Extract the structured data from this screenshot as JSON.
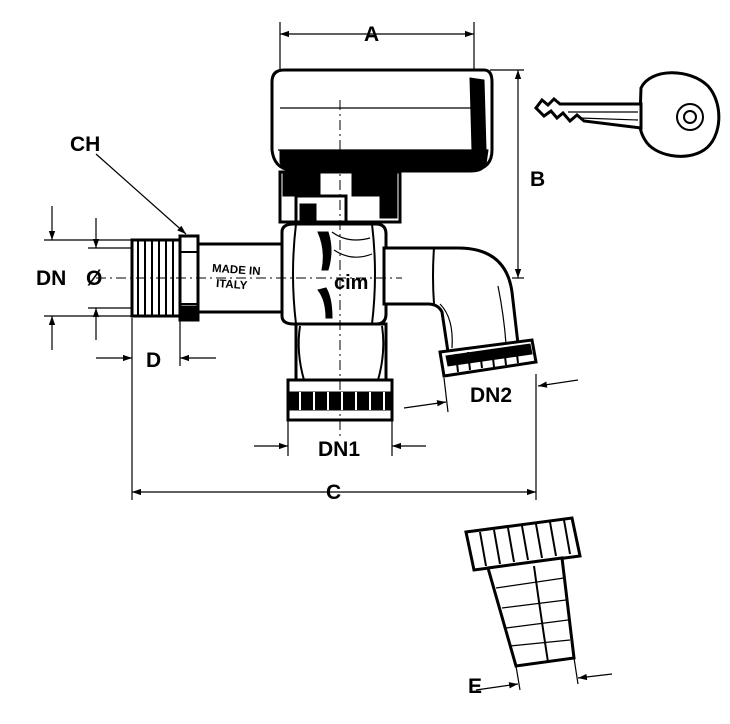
{
  "labels": {
    "a": "A",
    "b": "B",
    "c": "C",
    "d": "D",
    "e": "E",
    "ch": "CH",
    "dn": "DN",
    "dia": "Ø",
    "dn1": "DN1",
    "dn2": "DN2"
  },
  "markings": {
    "made_in_1": "MADE IN",
    "made_in_2": "ITALY",
    "brand": "cim"
  },
  "icons": {
    "key": "key-icon"
  }
}
